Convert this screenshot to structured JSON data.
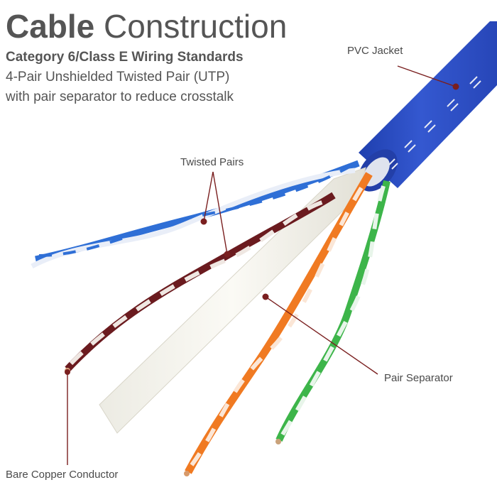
{
  "header": {
    "title_bold": "Cable",
    "title_light": "Construction",
    "subtitle": "Category 6/Class E Wiring Standards",
    "desc_line1": "4-Pair Unshielded Twisted Pair (UTP)",
    "desc_line2": "with pair separator to reduce crosstalk"
  },
  "labels": {
    "pvc_jacket": "PVC Jacket",
    "twisted_pairs": "Twisted Pairs",
    "pair_separator": "Pair Separator",
    "bare_copper": "Bare Copper Conductor"
  },
  "colors": {
    "jacket": "#2c4fc4",
    "blue_pair": "#2f6fd6",
    "brown_pair": "#6b1b1f",
    "orange_pair": "#f07a22",
    "green_pair": "#3db54a",
    "separator": "#f3f1ea",
    "leader": "#7a1f1f"
  }
}
